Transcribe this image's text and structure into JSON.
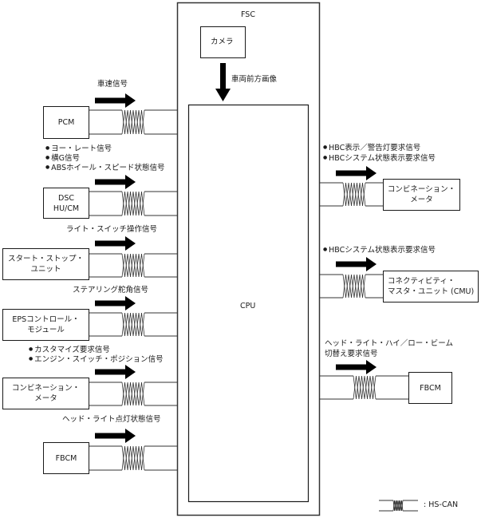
{
  "diagram": {
    "fsc_label": "FSC",
    "camera_label": "カメラ",
    "camera_signal": "車両前方画像",
    "cpu_label": "CPU",
    "left_modules": [
      {
        "name": "PCM",
        "lines": [
          "PCM"
        ],
        "signals_above": [
          "車速信号"
        ]
      },
      {
        "name": "DSC HU/CM",
        "lines": [
          "DSC",
          "HU/CM"
        ],
        "signals_above": [
          "ヨー・レート信号",
          "横G信号",
          "ABSホイール・スピード状態信号"
        ]
      },
      {
        "name": "スタート・ストップ・ユニット",
        "lines": [
          "スタート・ストップ・",
          "ユニット"
        ],
        "signals_above": [
          "ライト・スイッチ操作信号"
        ]
      },
      {
        "name": "EPSコントロール・モジュール",
        "lines": [
          "EPSコントロール・",
          "モジュール"
        ],
        "signals_above": [
          "ステアリング舵角信号"
        ]
      },
      {
        "name": "コンビネーション・メータ",
        "lines": [
          "コンビネーション・",
          "メータ"
        ],
        "signals_above": [
          "カスタマイズ要求信号",
          "エンジン・スイッチ・ポジション信号"
        ]
      },
      {
        "name": "FBCM",
        "lines": [
          "FBCM"
        ],
        "signals_above": [
          "ヘッド・ライト点灯状態信号"
        ]
      }
    ],
    "right_modules": [
      {
        "name": "コンビネーション・メータ",
        "lines": [
          "コンビネーション・",
          "メータ"
        ],
        "signals_above": [
          "HBC表示／警告灯要求信号",
          "HBCシステム状態表示要求信号"
        ]
      },
      {
        "name": "コネクティビティ・マスタ・ユニット (CMU)",
        "lines": [
          "コネクティビティ・",
          "マスタ・ユニット (CMU)"
        ],
        "signals_above": [
          "HBCシステム状態表示要求信号"
        ]
      },
      {
        "name": "FBCM",
        "lines": [
          "FBCM"
        ],
        "signals_above": [
          "ヘッド・ライト・ハイ／ロー・ビーム",
          "切替え要求信号"
        ]
      }
    ],
    "legend": {
      "label": ": HS-CAN"
    }
  }
}
